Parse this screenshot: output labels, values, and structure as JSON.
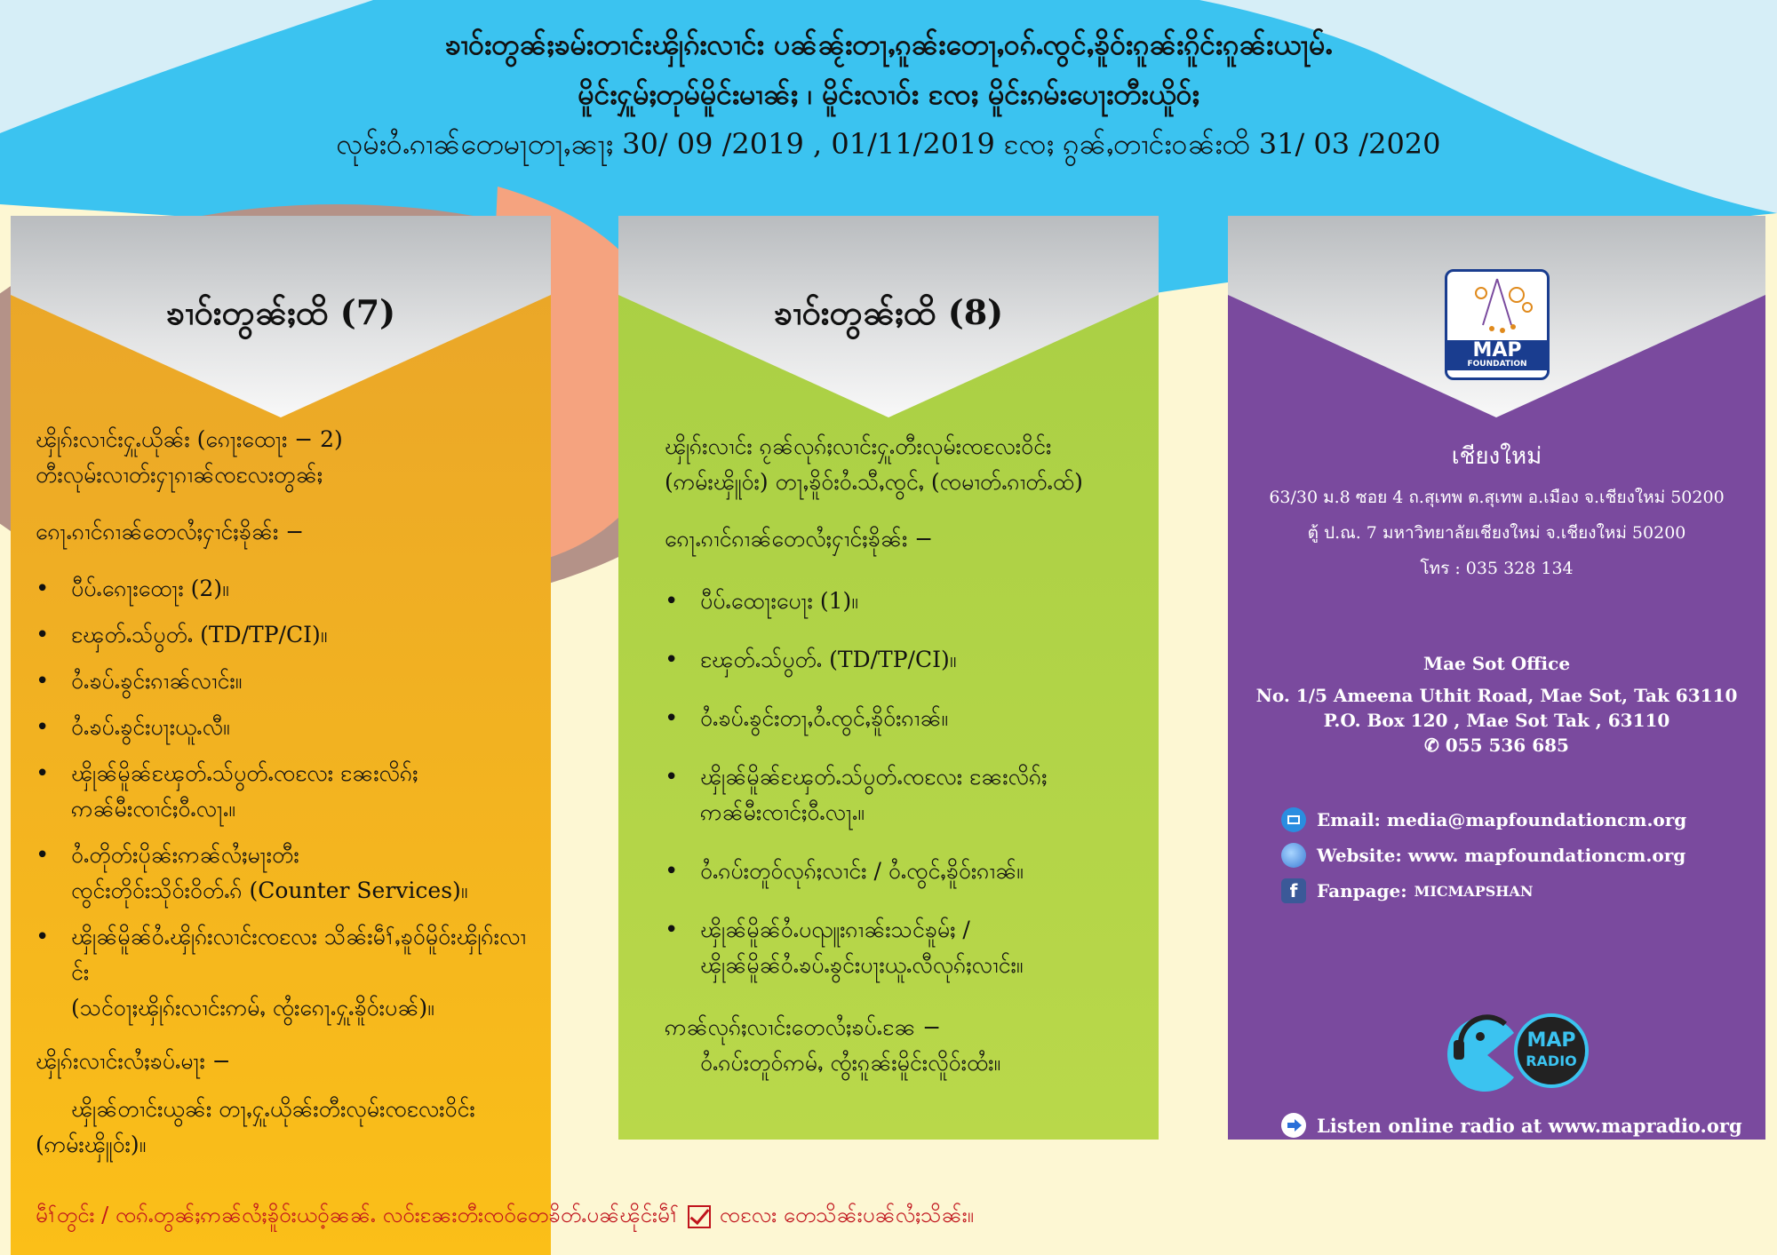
{
  "header": {
    "line1": "ၶၢဝ်းတွၼ်ႈၶမ်းတၢင်းၾိုၵ်းလၢင်း ပၼ်ၼႂ်းတႃႇၵူၼ်းတေႃႇဝၵ်ႉၸွင်ႇၶိူဝ်းၵူၼ်းၵိူင်းၵူၼ်းယႃမ်ႉ",
    "line2": "မိူင်းႁူမ်ႈတုမ်မိူင်းမၢၼ်ႈ ၊ မိူင်းလၢဝ်း ၸႄႈ မိူင်းၵမ်းပေႃးတီးယိူဝ်ႈ",
    "line3": "လုမ်းဝႆႉၵၢၼ်တေမႃတႃႇၼႃႈ 30/ 09 /2019 , 01/11/2019 ၸႄႈ ၵွၼ်ႇတၢင်းဝၼ်းထိ 31/ 03 /2020"
  },
  "panel1": {
    "title": "ၶၢဝ်းတွၼ်ႈထိ (7)",
    "intro1": "ၾိုၵ်းလၢင်းႁူႉယိုၼ်း (ၵေႃးထေႃး − 2)",
    "intro2": "တီးလုမ်းလၢတ်းႁႃၵၢၼ်ၸလႄးတွၼ်ႈ",
    "sub_heading": "ၵေႃႉၵၢင်ၵၢၼ်တေလႆႈႁၢင်ႈၶိုၼ်း −",
    "items": [
      "ပီပ်ႉၵေႃးထေႃး (2)။",
      "ၾႄတ်ႉသ်ပွတ်ႉ (TD/TP/CI)။",
      "ဝႆႉၶပ်ႉၶွင်းၵၢၼ်လၢင်း။",
      "ဝႆႉၶပ်ႉၶွင်းပႃးယူႉလီ။",
      "ၾိုၼ်မိူၼ်ၾႄတ်ႉသ်ပွတ်ႉၸလႄး ၼႄးလိၵ်ႈ",
      "ဢၼ်မီးၸၢင်ႈဝီႉလႃႉ။",
      "ဝႆႉတိုတ်းပိုၼ်းဢၼ်လႆႈမႃးတီး",
      "ၸွင်းတိုဝ်းသိုဝ်းဝိတ်ႉၵ် (Counter Services)။",
      "ၾိုၼ်မိူၼ်ဝႆႉၾိုၵ်းလၢင်းၸလႄး သိၼ်းမဵၢ်ႇၶူဝ်မိူဝ်းၾိုၵ်းလၢင်း",
      "(သင်ဝႃႈၾိုၵ်းလၢင်းဢမ်ႇ ၸွႆးၵေႃႉႁူႉၶိူဝ်းပၼ်)။"
    ],
    "place_heading": "ၾိုၵ်းလၢင်းလႆႈၶပ်ႉမႃး −",
    "place_text1": "ၾိုၼ်တၢင်းယွၼ်း တႃႇႁူႉယိုၼ်းတီးလုမ်းၸလႄးဝိင်း",
    "place_text2": "(ဢမ်းၾိူဝ်း)။"
  },
  "panel2": {
    "title": "ၶၢဝ်းတွၼ်ႈထိ (8)",
    "intro1": "ၾိုၵ်းလၢင်း ၵႂၼ်လုၵ်ႈလၢင်းႁူႉတီးလုမ်းၸလႄးဝိင်း",
    "intro2": "(ဢမ်းၾိူဝ်း) တႃႇၶိူဝ်းဝႆႉသီႇၸွင်ႇ (ၸမၢတ်ႉၵၢတ်ႉထ်)",
    "sub_heading": "ၵေႃႉၵၢင်ၵၢၼ်တေလႆႈႁၢင်ႈၶိုၼ်း −",
    "items": [
      "ပီပ်ႉထေႃးပေႃး (1)။",
      "ၾႄတ်ႉသ်ပွတ်ႉ (TD/TP/CI)။",
      "ဝႆႉၶပ်ႉၶွင်းတႃႇဝႆႉၸွင်ႇၶိူဝ်းၵၢၼ်။",
      "ၾိုၼ်မိူၼ်ၾႄတ်ႉသ်ပွတ်ႉၸလႄး ၼႄးလိၵ်ႈ",
      "ဢၼ်မီးၸၢင်ႈဝီႉလႃႉ။",
      "ဝႆႉၵပ်းတူဝ်လုၵ်ႈလၢင်း / ဝႆႉၸွင်ႇၶိူဝ်းၵၢၼ်။",
      "ၾိုၼ်မိူၼ်ဝႆႉပၺူးၵၢၼ်းသင်ၶူမ်ႈ /",
      "ၾိုၼ်မိူၼ်ဝႆႉၶပ်ႉၶွင်းပႃးယူႉလီလုၵ်ႈလၢင်း။"
    ],
    "place_heading": "ဢၼ်လုၵ်ႈလၢင်းတေလႆႈၶပ်ႉၼႄ −",
    "place_text1": "ဝႆႉၵပ်းတူဝ်ဢမ်ႇ ၸွႆးၵူၼ်းမိူင်းလိူဝ်းထႆး။"
  },
  "contact": {
    "logo_main": "MAP",
    "logo_sub": "FOUNDATION",
    "city": "เชียงใหม่",
    "addr1": "63/30 ม.8 ซอย 4 ถ.สุเทพ ต.สุเทพ อ.เมือง จ.เชียงใหม่ 50200",
    "addr2": "ตู้ ป.ณ. 7 มหาวิทยาลัยเชียงใหม่ จ.เชียงใหม่ 50200",
    "addr3": "โทร : 035 328 134",
    "office_title": "Mae Sot Office",
    "office1": "No. 1/5 Ameena Uthit Road, Mae Sot, Tak 63110",
    "office2": "P.O. Box 120 , Mae Sot Tak , 63110",
    "office3": "✆ 055 536 685",
    "email": "Email: media@mapfoundationcm.org",
    "website": "Website: www. mapfoundationcm.org",
    "fanpage_label": "Fanpage:",
    "fanpage_value": "MICMAPSHAN",
    "radio_line1": "MAP",
    "radio_line2": "RADIO",
    "listen": "Listen online radio at www.mapradio.org"
  },
  "footer": {
    "text_before": "မဵၢ်တွင်း / ၸၵ်ႉတွၼ်ႈဢၼ်လႆႈၶိူဝ်းယဝ့်ၼၼ်ႉ လဝ်းၼႄးတီးၸဝ်တေၶိတ်ႉပၼ်ၽိုင်းမဵၢ်",
    "text_after": "ၸလႄး တေသိၼ်းပၼ်လႆႈသိၼ်း။"
  },
  "colors": {
    "sky": "#3bc3f0",
    "orange": "#f6b41f",
    "green": "#b5d445",
    "purple": "#7a4a9e",
    "brown": "#b49288",
    "salmon": "#f5a37f",
    "footer_red": "#c0131c"
  }
}
